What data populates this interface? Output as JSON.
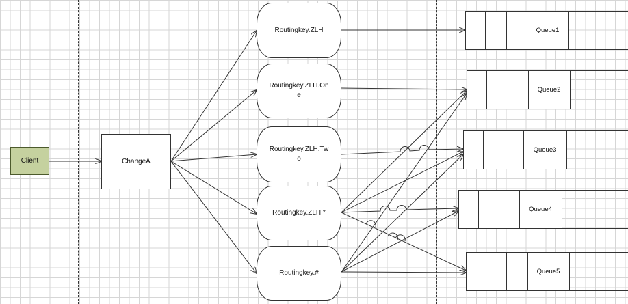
{
  "client": {
    "label": "Client"
  },
  "exchange": {
    "label": "ChangeA"
  },
  "routing_keys": [
    {
      "label": "Routingkey.ZLH"
    },
    {
      "label": "Routingkey.ZLH.On\ne"
    },
    {
      "label": "Routingkey.ZLH.Tw\no"
    },
    {
      "label": "Routingkey.ZLH.*"
    },
    {
      "label": "Routingkey.#"
    }
  ],
  "queues": [
    {
      "label": "Queue1"
    },
    {
      "label": "Queue2"
    },
    {
      "label": "Queue3"
    },
    {
      "label": "Queue4"
    },
    {
      "label": "Queue5"
    }
  ]
}
